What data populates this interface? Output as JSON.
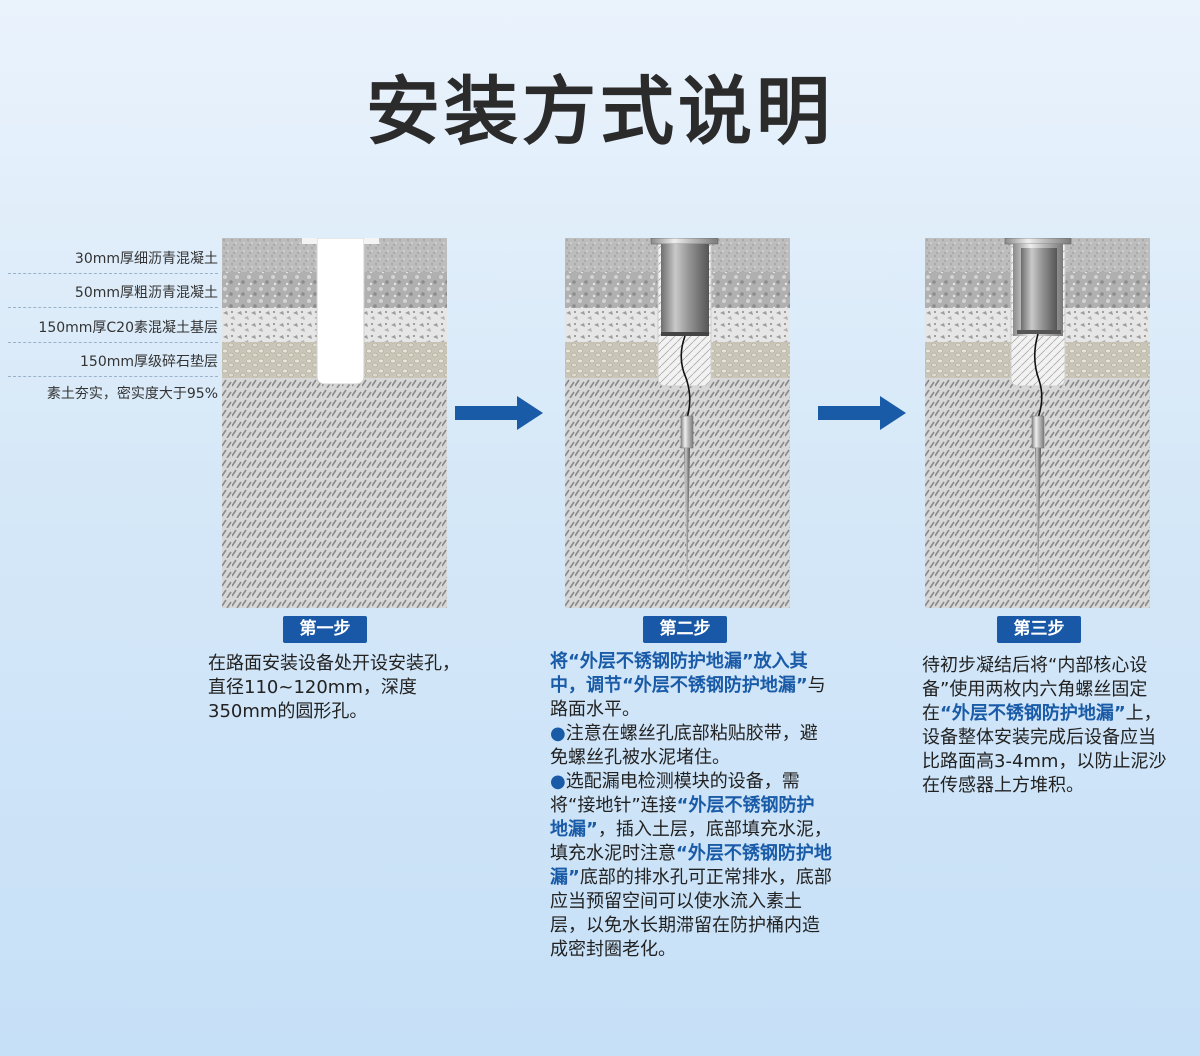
{
  "title": "安装方式说明",
  "layers": [
    "30mm厚细沥青混凝土",
    "50mm厚粗沥青混凝土",
    "150mm厚C20素混凝土基层",
    "150mm厚级碎石垫层",
    "素土夯实，密实度大于95%"
  ],
  "steps": [
    {
      "label": "第一步",
      "text": "在路面安装设备处开设安装孔，直径110~120mm，深度350mm的圆形孔。"
    },
    {
      "label": "第二步",
      "para1_hl1": "将“外层不锈钢防护地漏”放入其中，调节“外层不锈钢防护地漏”",
      "para1_rest": "与路面水平。",
      "bullet": "●",
      "para2": "注意在螺丝孔底部粘贴胶带，避免螺丝孔被水泥堵住。",
      "para3_a": "选配漏电检测模块的设备，需将“接地针”连接",
      "para3_hl1": "“外层不锈钢防护地漏”",
      "para3_b": "，插入土层，底部填充水泥，填充水泥时注意",
      "para3_hl2": "“外层不锈钢防护地漏”",
      "para3_c": "底部的排水孔可正常排水，底部应当预留空间可以使水流入素土层，以免水长期滞留在防护桶内造成密封圈老化。"
    },
    {
      "label": "第三步",
      "text_a": "待初步凝结后将“内部核心设备”使用两枚内六角螺丝固定在",
      "text_hl": "“外层不锈钢防护地漏”",
      "text_b": "上，设备整体安装完成后设备应当比路面高3-4mm，以防止泥沙在传感器上方堆积。"
    }
  ],
  "colors": {
    "accent": "#1858a6",
    "highlight": "#1a5ba8",
    "arrow": "#1a5ba8"
  }
}
